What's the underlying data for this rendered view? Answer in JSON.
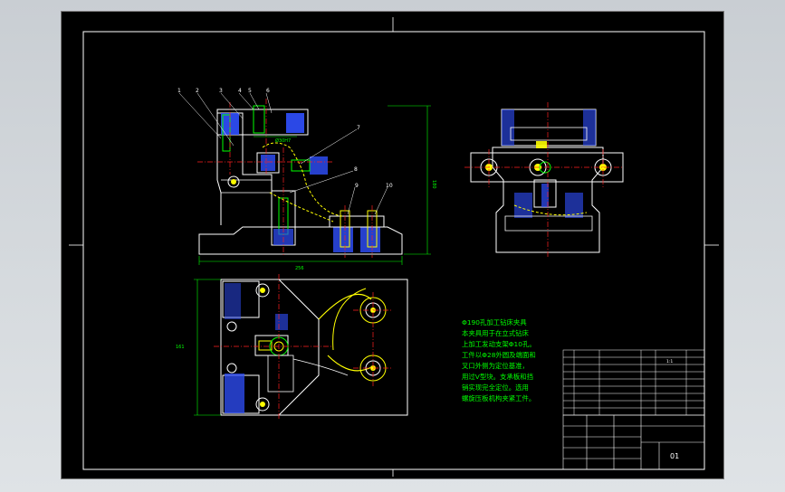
{
  "drawing": {
    "part_labels": [
      "1",
      "2",
      "3",
      "4",
      "5",
      "6",
      "7",
      "8",
      "9",
      "10"
    ],
    "dims": {
      "front_width": "256",
      "front_height": "180",
      "front_bore": "Ø30H7",
      "top_height": "161"
    },
    "notes": [
      "Φ190孔加工钻床夹具",
      "本夹具用于在立式钻床",
      "上加工发动支架Φ10孔。",
      "工件以Φ28外圆及端面和",
      "叉口外侧为定位基准，",
      "用过V型块。支承板和挡",
      "销实现完全定位。选用",
      "螺旋压板机构夹紧工件。"
    ],
    "title_block": {
      "drawing_no": "01",
      "scale": "1:1"
    }
  },
  "colors": {
    "sheet_bg": "#000000",
    "line_white": "#ffffff",
    "line_green": "#00ff00",
    "line_red": "#ff2020",
    "line_yellow": "#ffff00",
    "line_cyan": "#00ffff",
    "line_magenta": "#ff00ff",
    "line_blue": "#3050ff"
  }
}
